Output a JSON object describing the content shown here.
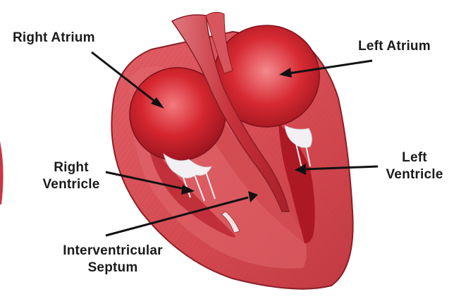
{
  "diagram": {
    "labels": {
      "right_atrium": "Right Atrium",
      "left_atrium": "Left Atrium",
      "right_ventricle_line1": "Right",
      "right_ventricle_line2": "Ventricle",
      "left_ventricle_line1": "Left",
      "left_ventricle_line2": "Ventricle",
      "septum_line1": "Interventricular",
      "septum_line2": "Septum"
    },
    "colors": {
      "muscle": "#d9464b",
      "muscle_dark": "#b92f38",
      "chamber": "#d62832",
      "vessel": "#c83a44",
      "valve": "#f0eef0",
      "line": "#111111"
    }
  }
}
